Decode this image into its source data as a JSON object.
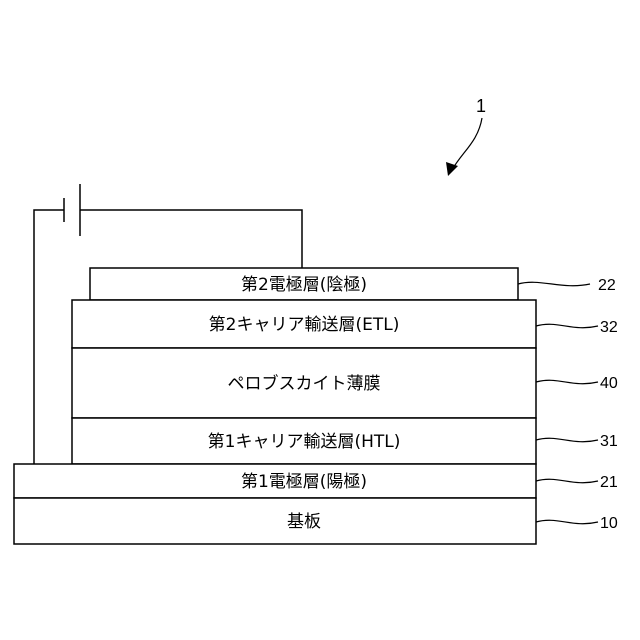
{
  "figure": {
    "device_ref": "1"
  },
  "layers": [
    {
      "id": "second-electrode",
      "label": "第2電極層(陰極)",
      "ref": "22"
    },
    {
      "id": "second-carrier",
      "label": "第2キャリア輸送層(ETL)",
      "ref": "32"
    },
    {
      "id": "perovskite",
      "label": "ペロブスカイト薄膜",
      "ref": "40"
    },
    {
      "id": "first-carrier",
      "label": "第1キャリア輸送層(HTL)",
      "ref": "31"
    },
    {
      "id": "first-electrode",
      "label": "第1電極層(陽極)",
      "ref": "21"
    },
    {
      "id": "substrate",
      "label": "基板",
      "ref": "10"
    }
  ]
}
